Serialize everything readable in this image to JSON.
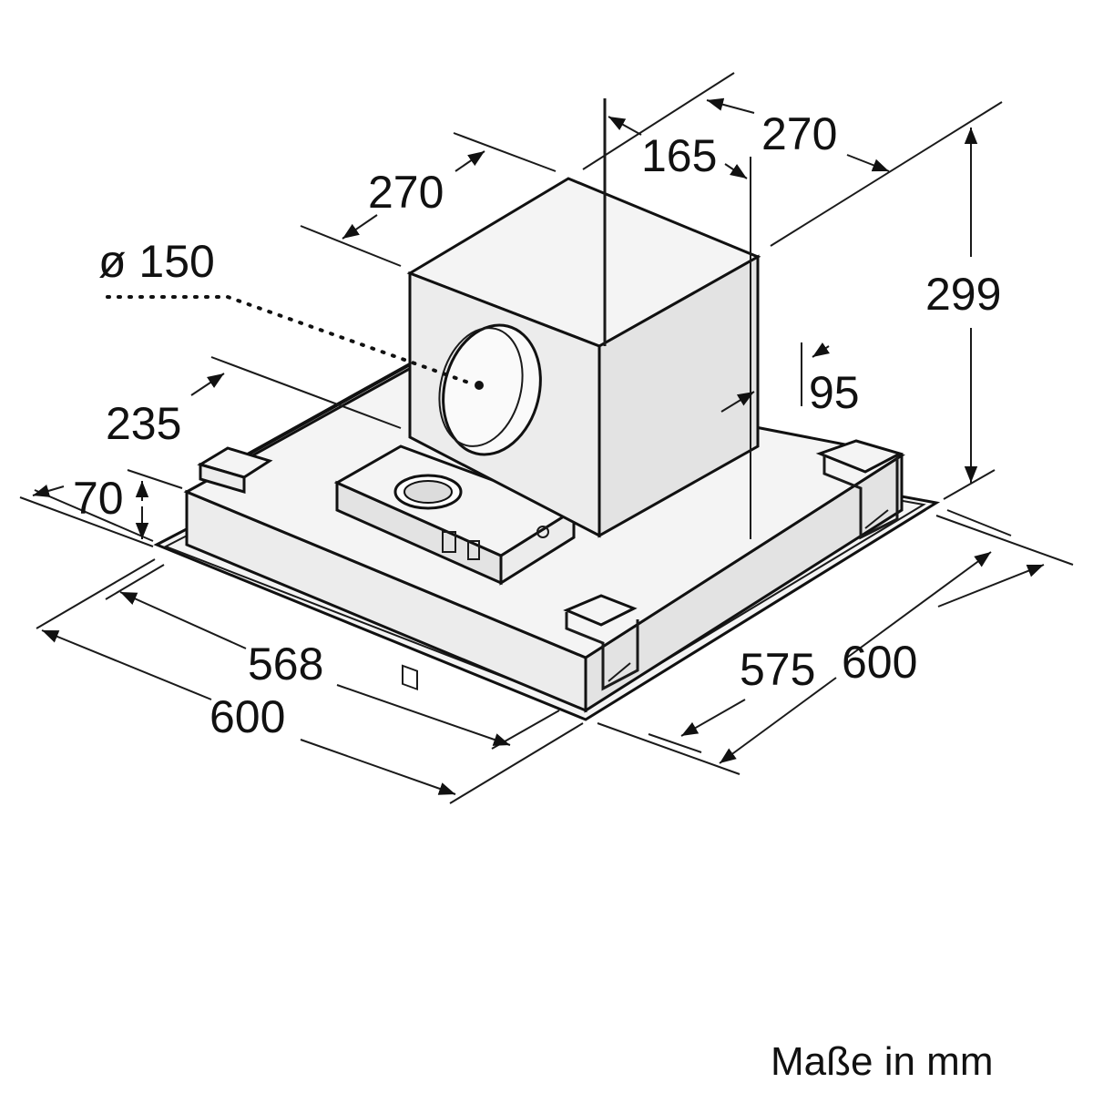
{
  "drawing": {
    "dimensions": {
      "duct_width_left": "270",
      "duct_width_right": "270",
      "duct_offset": "165",
      "duct_diameter": "ø 150",
      "total_height": "299",
      "duct_depth_offset": "95",
      "side_offset": "235",
      "frame_height": "70",
      "inner_width": "568",
      "outer_width": "600",
      "inner_depth": "575",
      "outer_depth": "600"
    },
    "footer": "Maße in mm"
  }
}
